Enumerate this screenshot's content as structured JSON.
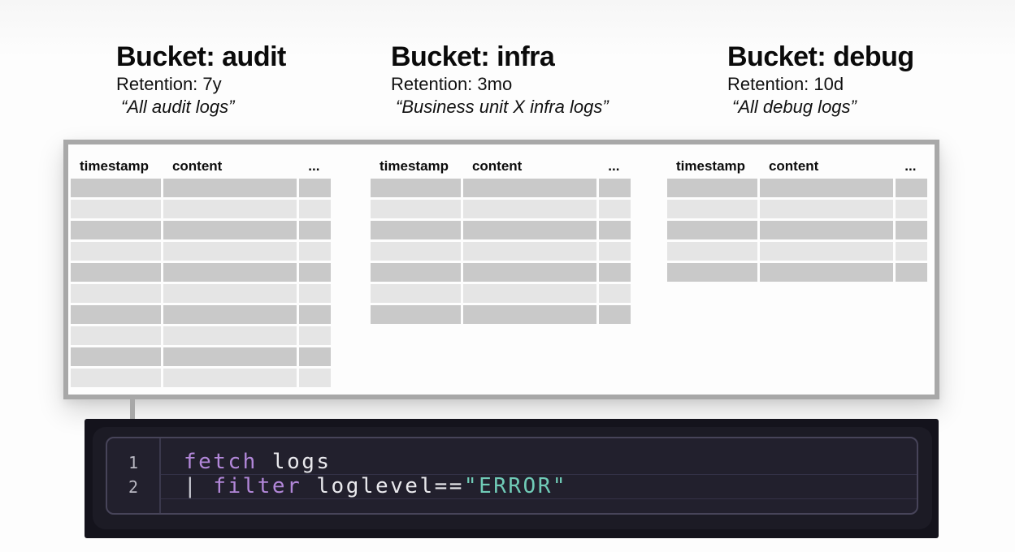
{
  "buckets": [
    {
      "title": "Bucket: audit",
      "retention": "Retention: 7y",
      "description": "“All audit logs”",
      "row_count": 10
    },
    {
      "title": "Bucket: infra",
      "retention": "Retention: 3mo",
      "description": "“Business unit X infra logs”",
      "row_count": 7
    },
    {
      "title": "Bucket: debug",
      "retention": "Retention: 10d",
      "description": "“All debug logs”",
      "row_count": 5
    }
  ],
  "table": {
    "columns": [
      "timestamp",
      "content",
      "..."
    ],
    "row_colors": {
      "dark": "#c9c9c9",
      "light": "#e5e5e5"
    }
  },
  "board": {
    "border_color": "#a8a8a8"
  },
  "editor": {
    "background": "#22202d",
    "token_colors": {
      "keyword": "#b287d9",
      "plain": "#e9e9ed",
      "punct": "#c9c9d2",
      "string": "#70cbb7"
    },
    "lines": [
      {
        "number": "1",
        "tokens": [
          {
            "type": "keyword",
            "text": "fetch"
          },
          {
            "type": "plain",
            "text": " logs"
          }
        ]
      },
      {
        "number": "2",
        "tokens": [
          {
            "type": "punct",
            "text": "| "
          },
          {
            "type": "keyword",
            "text": "filter"
          },
          {
            "type": "plain",
            "text": " loglevel=="
          },
          {
            "type": "string",
            "text": "\"ERROR\""
          }
        ]
      }
    ]
  }
}
